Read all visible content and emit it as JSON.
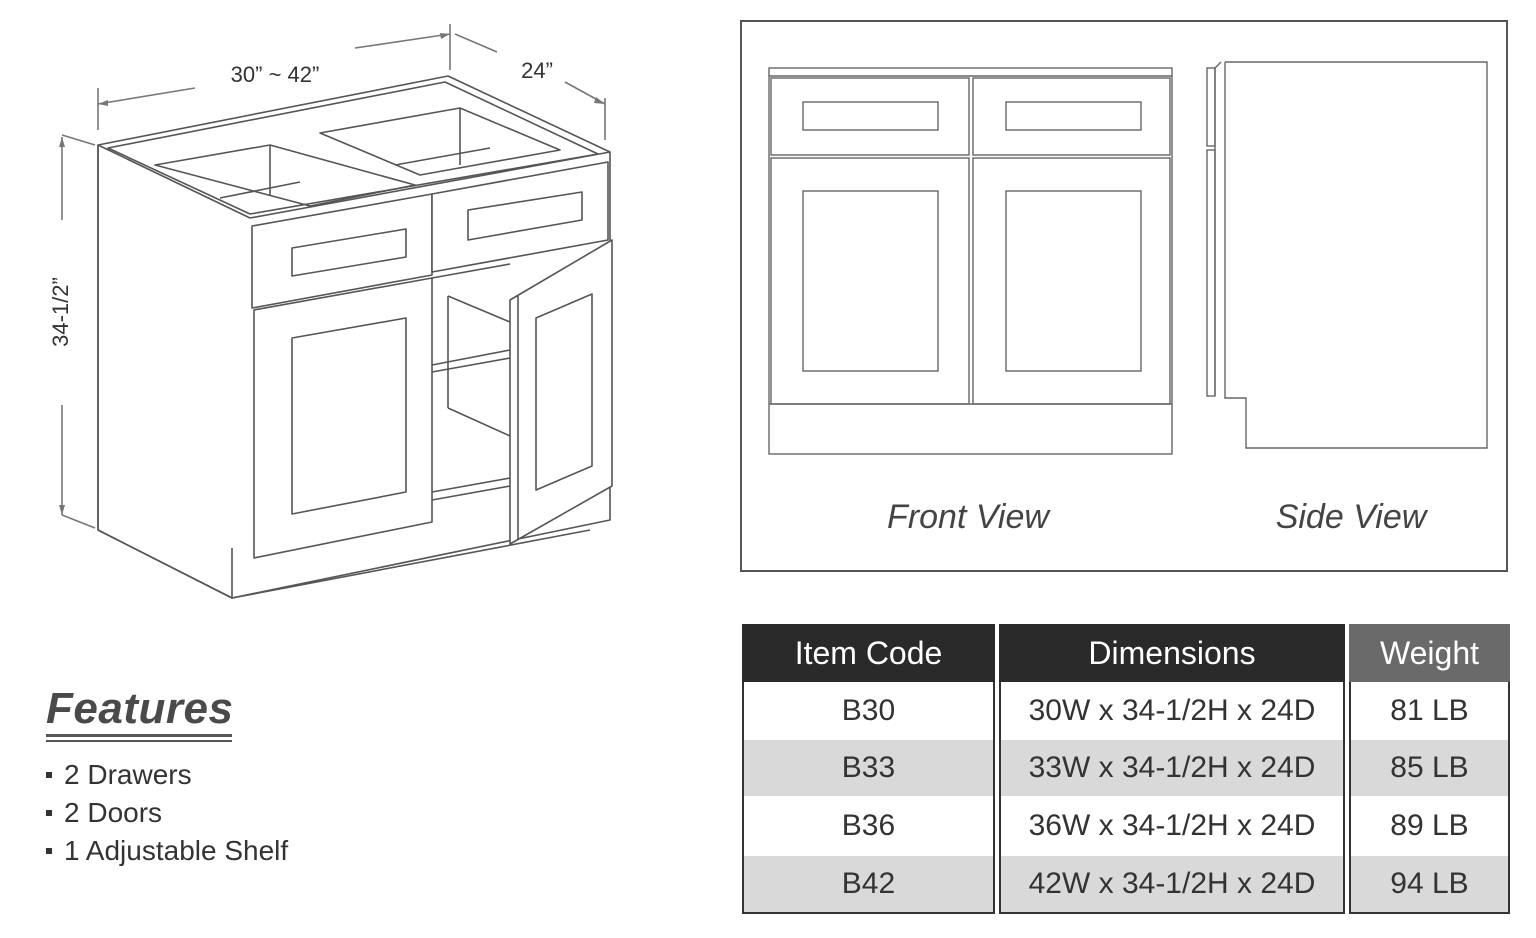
{
  "dimensions": {
    "width_label": "30” ~ 42”",
    "depth_label": "24”",
    "height_label": "34-1/2”"
  },
  "views": {
    "front_label": "Front View",
    "side_label": "Side View"
  },
  "features": {
    "title": "Features",
    "items": [
      "2 Drawers",
      "2 Doors",
      "1 Adjustable Shelf"
    ]
  },
  "table": {
    "headers": {
      "item_code": "Item Code",
      "dimensions": "Dimensions",
      "weight": "Weight"
    },
    "rows": [
      {
        "item_code": "B30",
        "dimensions": "30W x 34-1/2H x 24D",
        "weight": "81 LB"
      },
      {
        "item_code": "B33",
        "dimensions": "33W x 34-1/2H x 24D",
        "weight": "85 LB"
      },
      {
        "item_code": "B36",
        "dimensions": "36W x 34-1/2H x 24D",
        "weight": "89 LB"
      },
      {
        "item_code": "B42",
        "dimensions": "42W x 34-1/2H x 24D",
        "weight": "94 LB"
      }
    ],
    "colors": {
      "header_dark": "#2a2a2a",
      "header_weight": "#6a6a6a",
      "row_alt": "#d9d9d9",
      "row_plain": "#ffffff"
    }
  }
}
